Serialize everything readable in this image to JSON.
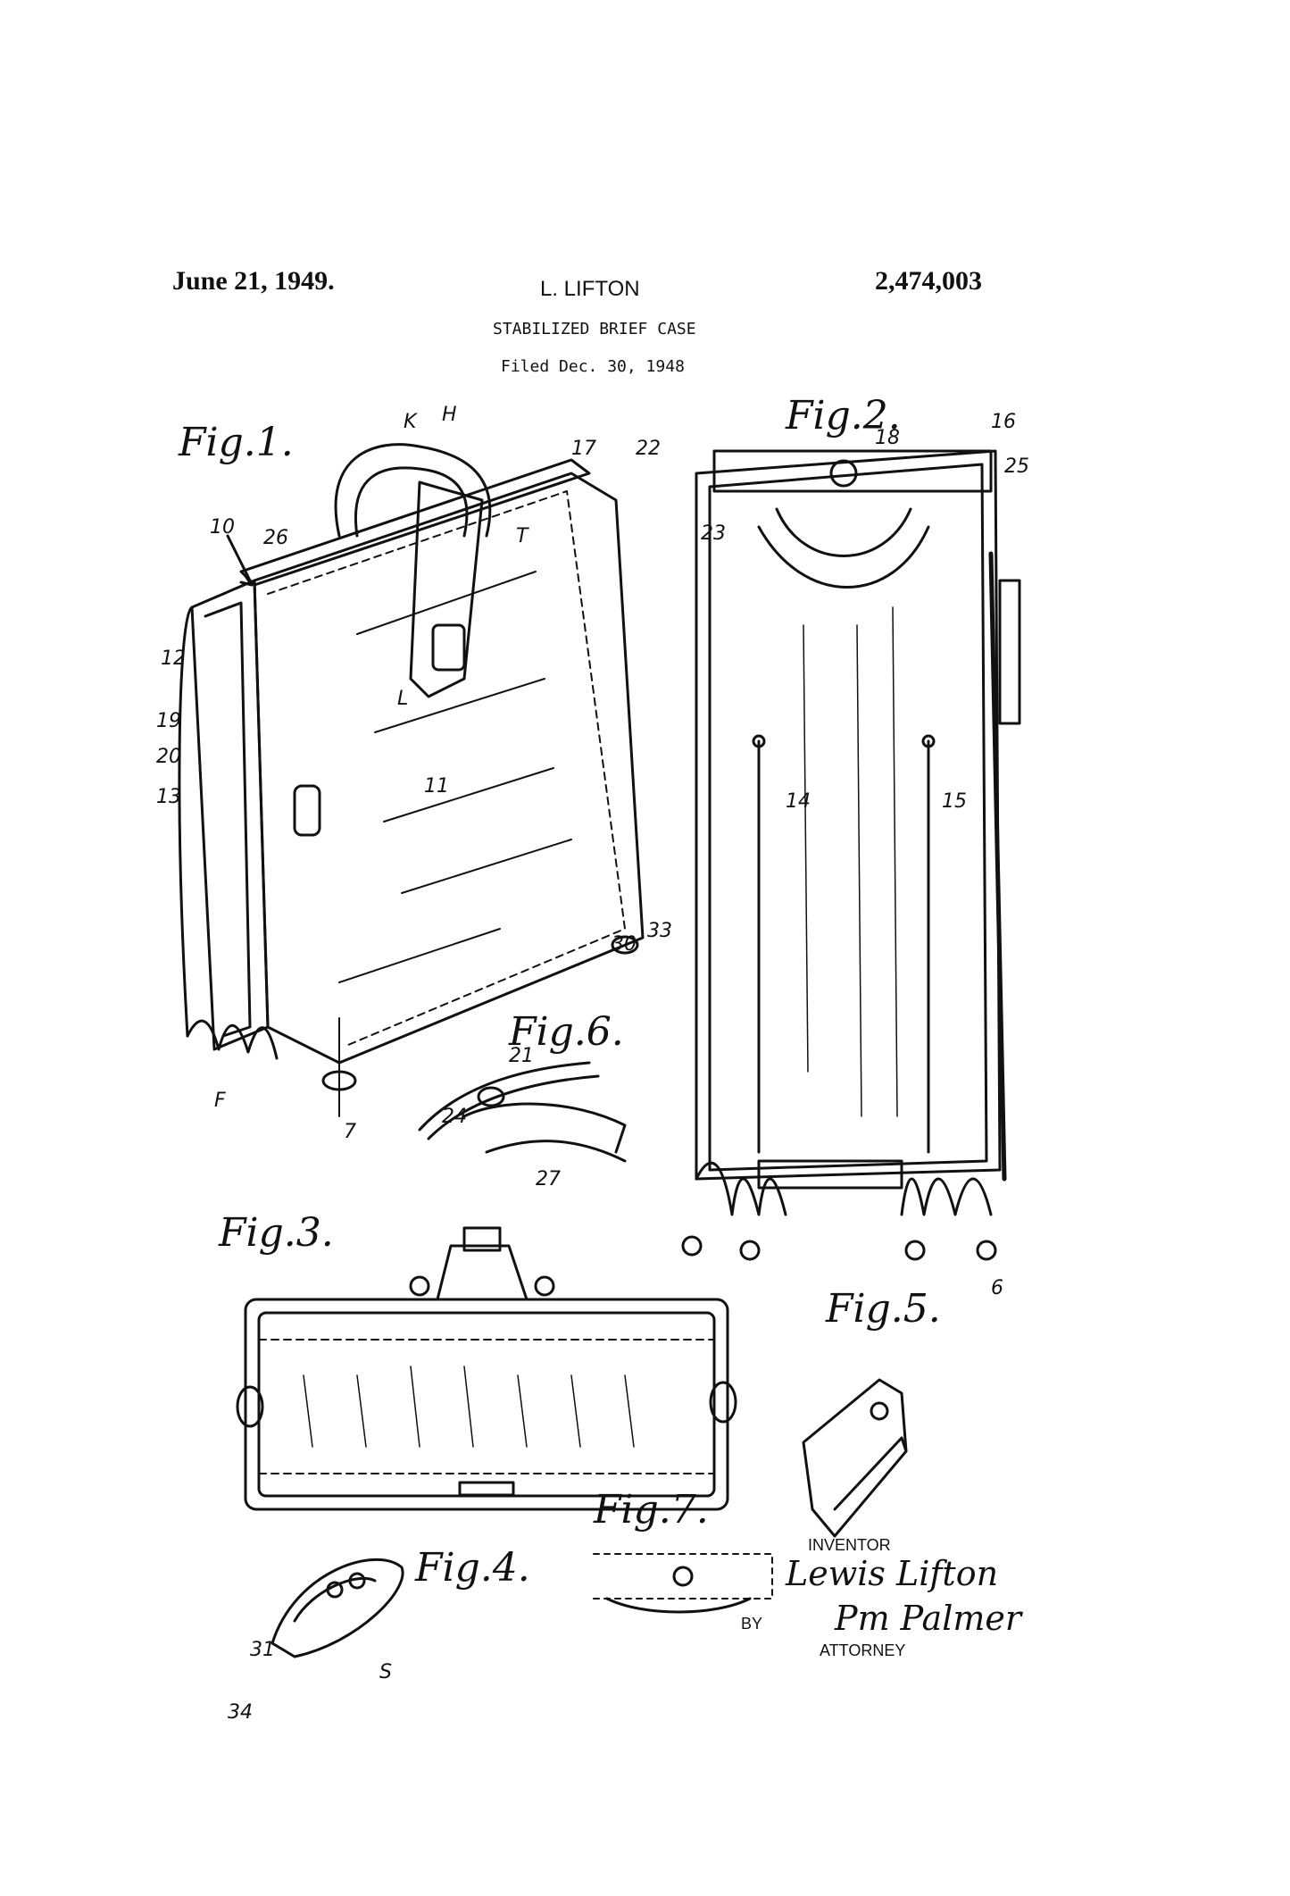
{
  "header": {
    "date": "June 21, 1949.",
    "inventor_name": "L. LIFTON",
    "patent_number": "2,474,003",
    "title": "STABILIZED BRIEF CASE",
    "filed": "Filed Dec. 30, 1948"
  },
  "figures": {
    "fig1": "Fig.1.",
    "fig2": "Fig.2.",
    "fig3": "Fig.3.",
    "fig4": "Fig.4.",
    "fig5": "Fig.5.",
    "fig6": "Fig.6.",
    "fig7": "Fig.7."
  },
  "signature": {
    "inventor_label": "INVENTOR",
    "inventor_signature": "Lewis Lifton",
    "by_label": "BY",
    "attorney_signature": "Pm Palmer",
    "attorney_label": "ATTORNEY"
  },
  "ref_numerals": [
    "10",
    "11",
    "12",
    "13",
    "14",
    "15",
    "16",
    "17",
    "18",
    "19",
    "20",
    "21",
    "22",
    "23",
    "24",
    "25",
    "26",
    "27",
    "30",
    "31",
    "33",
    "34",
    "K",
    "H",
    "T",
    "L",
    "S",
    "F",
    "6",
    "7"
  ]
}
